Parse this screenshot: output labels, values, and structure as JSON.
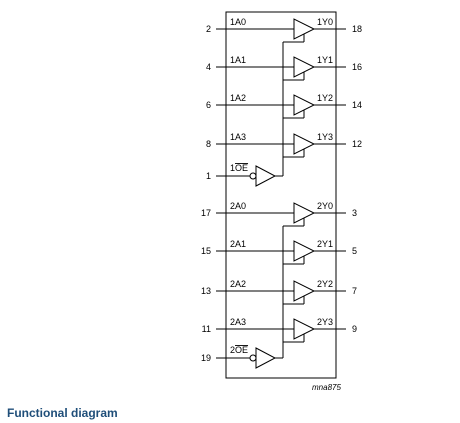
{
  "diagram": {
    "reference": "mna875",
    "group1": {
      "oe": {
        "pin": "1",
        "label": "OE",
        "prefix": "1"
      },
      "buffers": [
        {
          "in_pin": "2",
          "in_label": "1A0",
          "out_label": "1Y0",
          "out_pin": "18"
        },
        {
          "in_pin": "4",
          "in_label": "1A1",
          "out_label": "1Y1",
          "out_pin": "16"
        },
        {
          "in_pin": "6",
          "in_label": "1A2",
          "out_label": "1Y2",
          "out_pin": "14"
        },
        {
          "in_pin": "8",
          "in_label": "1A3",
          "out_label": "1Y3",
          "out_pin": "12"
        }
      ]
    },
    "group2": {
      "oe": {
        "pin": "19",
        "label": "OE",
        "prefix": "2"
      },
      "buffers": [
        {
          "in_pin": "17",
          "in_label": "2A0",
          "out_label": "2Y0",
          "out_pin": "3"
        },
        {
          "in_pin": "15",
          "in_label": "2A1",
          "out_label": "2Y1",
          "out_pin": "5"
        },
        {
          "in_pin": "13",
          "in_label": "2A2",
          "out_label": "2Y2",
          "out_pin": "7"
        },
        {
          "in_pin": "11",
          "in_label": "2A3",
          "out_label": "2Y3",
          "out_pin": "9"
        }
      ]
    }
  },
  "caption": "Functional diagram"
}
